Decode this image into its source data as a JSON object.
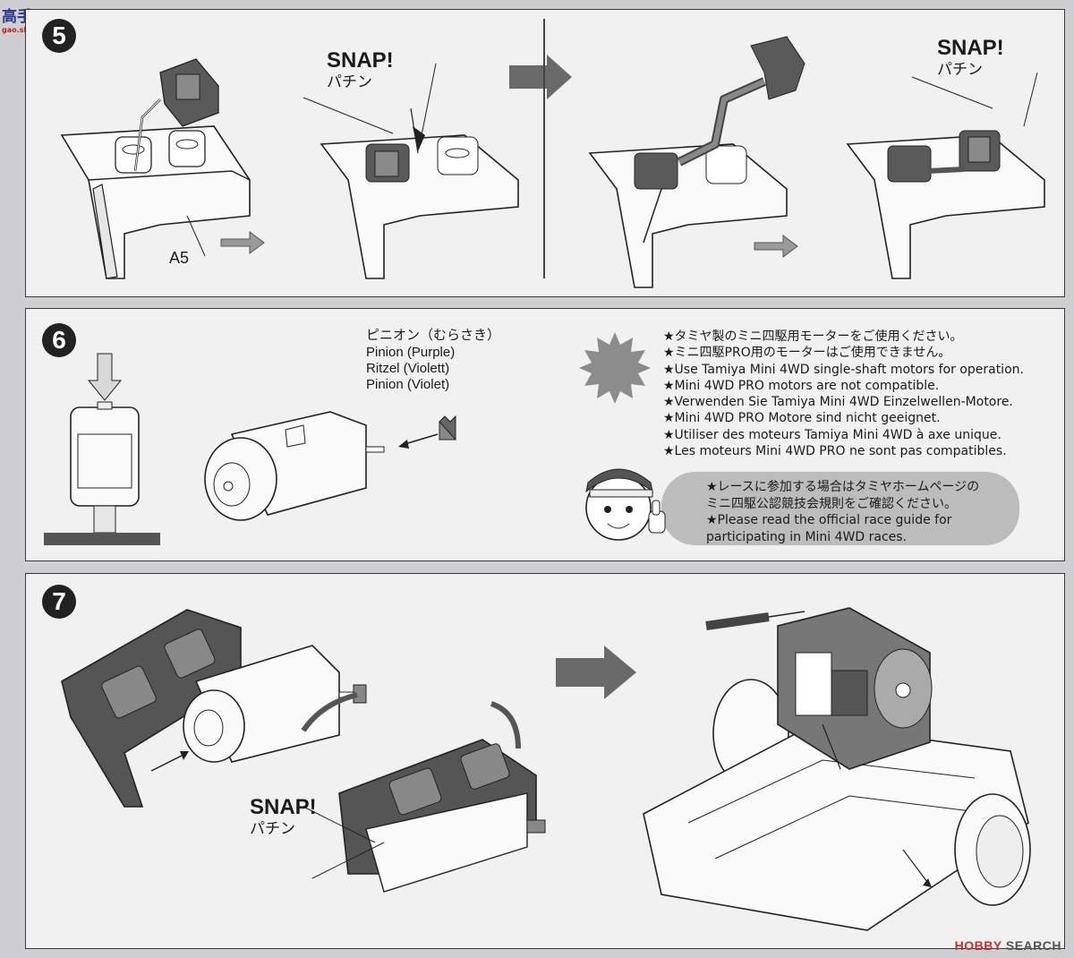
{
  "watermark_left": {
    "text": "高手网",
    "sub": "gao.shou.com"
  },
  "watermark_right": {
    "prefix": "HOBBY",
    "suffix": "SEARCH"
  },
  "step5": {
    "number": "5",
    "part_label": "A5",
    "snap_en": "SNAP!",
    "snap_jp": "パチン"
  },
  "step6": {
    "number": "6",
    "pinion": [
      "ピニオン（むらさき）",
      "Pinion (Purple)",
      "Ritzel (Violett)",
      "Pinion (Violet)"
    ],
    "notes": [
      "★タミヤ製のミニ四駆用モーターをご使用ください。",
      "★ミニ四駆PRO用のモーターはご使用できません。",
      "★Use Tamiya Mini 4WD single-shaft motors for operation.",
      "★Mini 4WD PRO motors are not compatible.",
      "★Verwenden Sie Tamiya Mini 4WD Einzelwellen-Motore.",
      "★Mini 4WD PRO Motore sind nicht geeignet.",
      "★Utiliser des moteurs Tamiya Mini 4WD à axe unique.",
      "★Les moteurs Mini 4WD PRO ne sont pas compatibles."
    ],
    "race_note": [
      "★レースに参加する場合はタミヤホームページの",
      "ミニ四駆公認競技会規則をご確認ください。",
      "★Please read the official race guide for",
      "participating in Mini 4WD races."
    ]
  },
  "step7": {
    "number": "7",
    "snap_en": "SNAP!",
    "snap_jp": "パチン"
  },
  "colors": {
    "panel_bg": "#f1f1f1",
    "page_bg": "#cfcfd1",
    "part_dark": "#4a4a4a",
    "bubble": "#bcbcbc"
  }
}
